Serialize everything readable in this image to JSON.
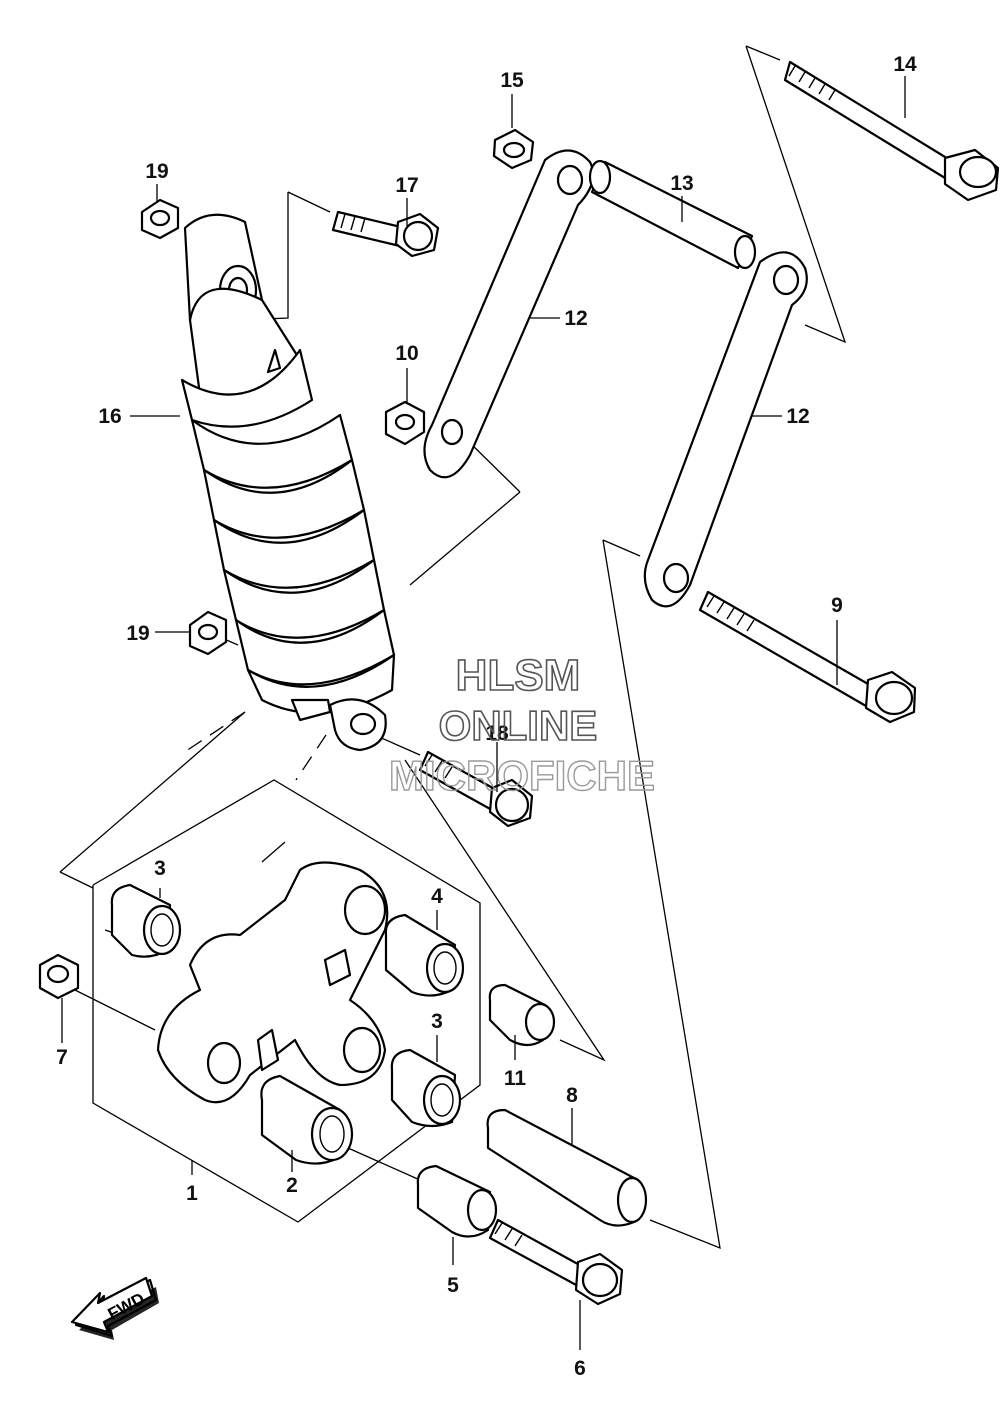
{
  "callouts": {
    "c1": "1",
    "c2": "2",
    "c3a": "3",
    "c3b": "3",
    "c4": "4",
    "c5": "5",
    "c6": "6",
    "c7": "7",
    "c8": "8",
    "c9": "9",
    "c10": "10",
    "c11": "11",
    "c12a": "12",
    "c12b": "12",
    "c13": "13",
    "c14": "14",
    "c15": "15",
    "c16": "16",
    "c17": "17",
    "c18": "18",
    "c19a": "19",
    "c19b": "19"
  },
  "watermark": {
    "line1": "HLSM",
    "line2": "ONLINE",
    "line3": "MICROFICHE"
  },
  "fwd_label": "FWD",
  "colors": {
    "ink": "#000000",
    "paper": "#ffffff",
    "watermark_stroke": "#555555",
    "watermark_faint": "#9a9a9a"
  },
  "icons": {
    "direction": "fwd-arrow-icon"
  }
}
